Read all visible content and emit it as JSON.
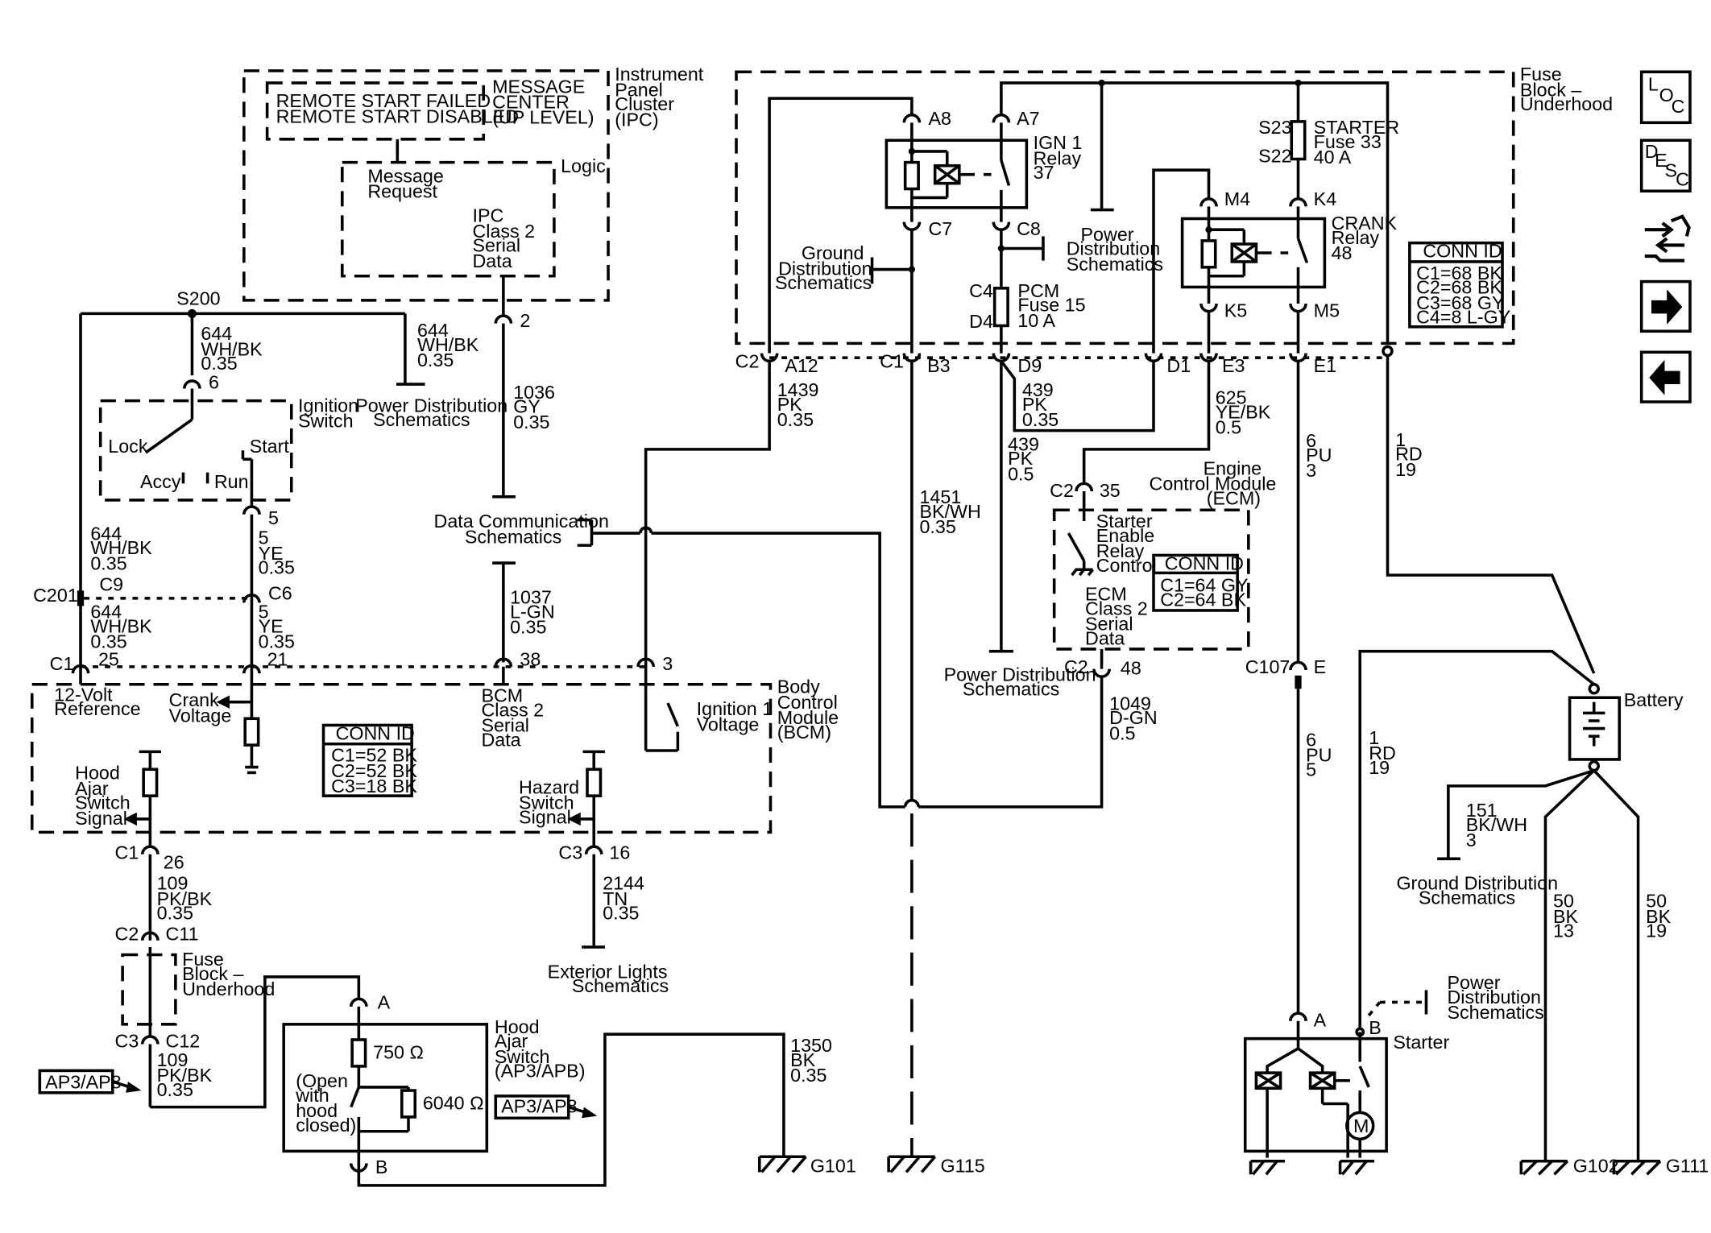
{
  "ipc": {
    "messages": [
      "REMOTE START FAILED",
      "REMOTE START DISABLED"
    ],
    "message_center": [
      "MESSAGE",
      "CENTER",
      "(UP LEVEL)"
    ],
    "module": [
      "Instrument",
      "Panel",
      "Cluster",
      "(IPC)"
    ],
    "logic": "Logic",
    "message_request": [
      "Message",
      "Request"
    ],
    "serial": [
      "IPC",
      "Class 2",
      "Serial",
      "Data"
    ],
    "pin": "2"
  },
  "splice": "S200",
  "left_wires": {
    "w644a": [
      "644",
      "WH/BK",
      "0.35"
    ],
    "w644b": [
      "644",
      "WH/BK",
      "0.35"
    ],
    "w644c": [
      "644",
      "WH/BK",
      "0.35"
    ],
    "w644d": [
      "644",
      "WH/BK",
      "0.35"
    ],
    "w5a": [
      "5",
      "YE",
      "0.35"
    ],
    "w5b": [
      "5",
      "YE",
      "0.35"
    ],
    "w1036": [
      "1036",
      "GY",
      "0.35"
    ],
    "w1037": [
      "1037",
      "L-GN",
      "0.35"
    ]
  },
  "ignition_switch": {
    "label": [
      "Ignition",
      "Switch"
    ],
    "pin_top": "6",
    "pin_bottom": "5",
    "positions": [
      "Lock",
      "Accy",
      "Run",
      "Start"
    ]
  },
  "pdist_left": [
    "Power Distribution",
    "Schematics"
  ],
  "data_comm": [
    "Data Communication",
    "Schematics"
  ],
  "connectors": {
    "c201": "C201",
    "c9": "C9",
    "c6": "C6",
    "c1": "C1",
    "pin25": "25",
    "pin21": "21",
    "pin38": "38",
    "pin3": "3"
  },
  "bcm": {
    "label": [
      "Body",
      "Control",
      "Module",
      "(BCM)"
    ],
    "ref": [
      "12-Volt",
      "Reference"
    ],
    "crank": [
      "Crank",
      "Voltage"
    ],
    "serial": [
      "BCM",
      "Class 2",
      "Serial",
      "Data"
    ],
    "ign": [
      "Ignition 1",
      "Voltage"
    ],
    "hood": [
      "Hood",
      "Ajar",
      "Switch",
      "Signal"
    ],
    "hazard": [
      "Hazard",
      "Switch",
      "Signal"
    ],
    "conn_title": "CONN ID",
    "conn": [
      "C1=52 BK",
      "C2=52 BK",
      "C3=18 BK"
    ]
  },
  "lower_left": {
    "c1": "C1",
    "p26": "26",
    "w109a": [
      "109",
      "PK/BK",
      "0.35"
    ],
    "c2": "C2",
    "c11": "C11",
    "fuse_block": [
      "Fuse",
      "Block –",
      "Underhood"
    ],
    "c3": "C3",
    "c12": "C12",
    "w109b": [
      "109",
      "PK/BK",
      "0.35"
    ],
    "ap": "AP3/AP8",
    "c3b": "C3",
    "p16": "16",
    "w2144": [
      "2144",
      "TN",
      "0.35"
    ],
    "ext_lights": [
      "Exterior Lights",
      "Schematics"
    ]
  },
  "hood_switch": {
    "label": [
      "Hood",
      "Ajar",
      "Switch",
      "(AP3/APB)"
    ],
    "pin_a": "A",
    "pin_b": "B",
    "r1": "750 Ω",
    "r2": "6040 Ω",
    "note": [
      "(Open",
      "with",
      "hood",
      "closed)"
    ],
    "ap": "AP3/AP8",
    "w1350": [
      "1350",
      "BK",
      "0.35"
    ],
    "g101": "G101"
  },
  "fuse_block": {
    "label": [
      "Fuse",
      "Block –",
      "Underhood"
    ],
    "a8": "A8",
    "a7": "A7",
    "c7": "C7",
    "c8": "C8",
    "ign1": [
      "IGN 1",
      "Relay",
      "37"
    ],
    "ground_dist": [
      "Ground",
      "Distribution",
      "Schematics"
    ],
    "power_dist": [
      "Power",
      "Distribution",
      "Schematics"
    ],
    "c4": "C4",
    "d4": "D4",
    "pcm_fuse": [
      "PCM",
      "Fuse 15",
      "10 A"
    ],
    "s23": "S23",
    "s22": "S22",
    "starter_fuse": [
      "STARTER",
      "Fuse 33",
      "40 A"
    ],
    "m4": "M4",
    "k4": "K4",
    "k5": "K5",
    "m5": "M5",
    "crank": [
      "CRANK",
      "Relay",
      "48"
    ],
    "conn_title": "CONN ID",
    "conn": [
      "C1=68 BK",
      "C2=68 BK",
      "C3=68 GY",
      "C4=8 L-GY"
    ],
    "c2": "C2",
    "a12": "A12",
    "c1": "C1",
    "b3": "B3",
    "d9": "D9",
    "d1": "D1",
    "e3": "E3",
    "e1": "E1"
  },
  "mid_wires": {
    "w1439": [
      "1439",
      "PK",
      "0.35"
    ],
    "w1451": [
      "1451",
      "BK/WH",
      "0.35"
    ],
    "w439a": [
      "439",
      "PK",
      "0.35"
    ],
    "w439b": [
      "439",
      "PK",
      "0.5"
    ],
    "w625": [
      "625",
      "YE/BK",
      "0.5"
    ],
    "w6a": [
      "6",
      "PU",
      "3"
    ],
    "w1rd": [
      "1",
      "RD",
      "19"
    ],
    "g115": "G115",
    "pdist_bottom": [
      "Power Distribution",
      "Schematics"
    ]
  },
  "ecm": {
    "label": [
      "Engine",
      "Control Module",
      "(ECM)"
    ],
    "c2top": "C2",
    "p35": "35",
    "relay_ctrl": [
      "Starter",
      "Enable",
      "Relay",
      "Control"
    ],
    "serial": [
      "ECM",
      "Class 2",
      "Serial",
      "Data"
    ],
    "conn_title": "CONN ID",
    "conn": [
      "C1=64 GY",
      "C2=64 BK"
    ],
    "c2bot": "C2",
    "p48": "48",
    "w1049": [
      "1049",
      "D-GN",
      "0.5"
    ]
  },
  "right": {
    "c107": "C107",
    "pe": "E",
    "w6b": [
      "6",
      "PU",
      "5"
    ],
    "w1rd": [
      "1",
      "RD",
      "19"
    ],
    "battery": "Battery",
    "w151": [
      "151",
      "BK/WH",
      "3"
    ],
    "ground_dist": [
      "Ground Distribution",
      "Schematics"
    ],
    "w50a": [
      "50",
      "BK",
      "13"
    ],
    "w50b": [
      "50",
      "BK",
      "19"
    ],
    "power_dist": [
      "Power",
      "Distribution",
      "Schematics"
    ],
    "starter": "Starter",
    "pa": "A",
    "pb": "B",
    "motor": "M",
    "g102": "G102",
    "g111": "G111"
  },
  "nav": {
    "loc": [
      "L",
      "O",
      "C"
    ],
    "desc": [
      "D",
      "E",
      "S",
      "C"
    ],
    "icons": [
      "loc-icon",
      "desc-icon",
      "connector-view-icon",
      "next-arrow-icon",
      "back-arrow-icon"
    ]
  }
}
